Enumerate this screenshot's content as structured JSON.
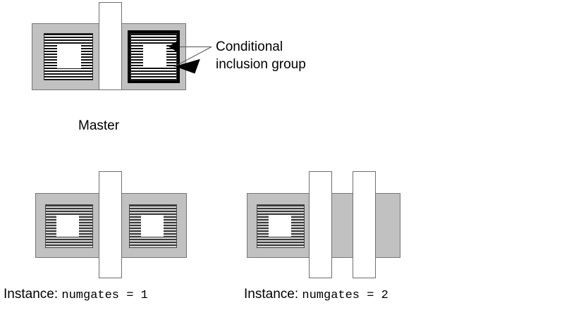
{
  "figure": {
    "title_visible": false,
    "colors": {
      "diffusion_fill": "#c1c1c1",
      "diffusion_stroke": "#767676",
      "gate_fill": "#ffffff",
      "gate_stroke": "#6e6e6e",
      "hatch_dark": "#111111",
      "group_highlight": "#000000",
      "text": "#000000"
    }
  },
  "master": {
    "caption": "Master",
    "gate_count": 1,
    "cell_count": 2,
    "highlighted_cell_index": 1
  },
  "callout": {
    "line1": "Conditional",
    "line2": "inclusion group",
    "points_to": "highlighted-cell"
  },
  "instances": [
    {
      "label_prefix": "Instance:",
      "parameter": "numgates = 1",
      "gate_count": 1,
      "cell_count": 2
    },
    {
      "label_prefix": "Instance:",
      "parameter": "numgates = 2",
      "gate_count": 2,
      "cell_count": 1
    }
  ]
}
